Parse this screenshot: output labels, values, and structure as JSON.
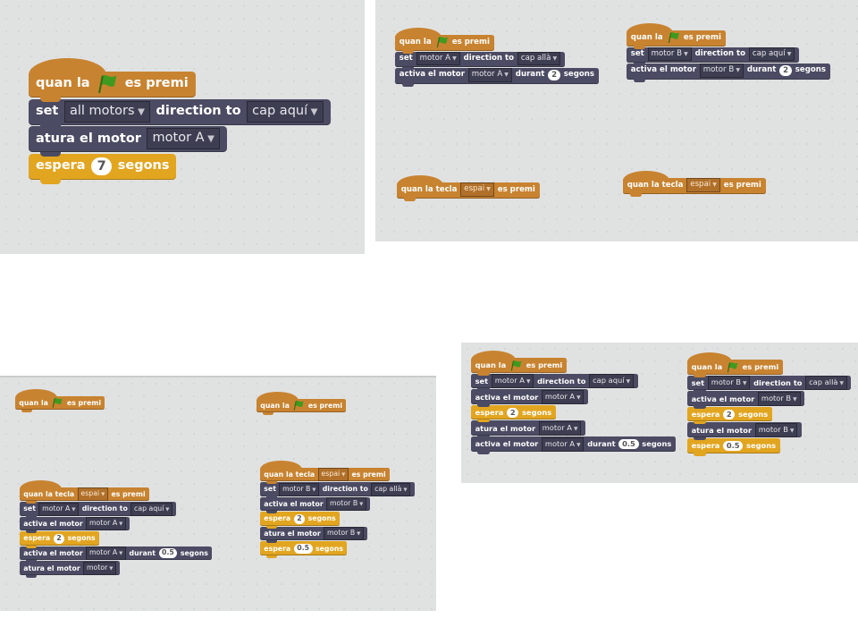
{
  "colors": {
    "event": "#c88330",
    "motor": "#4b4b63",
    "control": "#e2a520",
    "flag": "#3f9a1f"
  },
  "panels": [
    {
      "scripts": [
        {
          "blocks": [
            {
              "cat": "event",
              "hat": true,
              "parts": [
                {
                  "t": "text",
                  "v": "quan la"
                },
                {
                  "t": "flag"
                },
                {
                  "t": "text",
                  "v": "es premi"
                }
              ]
            },
            {
              "cat": "motor",
              "parts": [
                {
                  "t": "text",
                  "v": "set"
                },
                {
                  "t": "dd",
                  "v": "all motors"
                },
                {
                  "t": "text",
                  "v": "direction to"
                },
                {
                  "t": "dd",
                  "v": "cap aquí"
                }
              ]
            },
            {
              "cat": "motor",
              "parts": [
                {
                  "t": "text",
                  "v": "atura el motor"
                },
                {
                  "t": "dd",
                  "v": "motor A"
                }
              ]
            },
            {
              "cat": "control",
              "parts": [
                {
                  "t": "text",
                  "v": "espera"
                },
                {
                  "t": "num",
                  "v": "7"
                },
                {
                  "t": "text",
                  "v": "segons"
                }
              ]
            }
          ]
        }
      ]
    },
    {
      "scripts": [
        {
          "blocks": [
            {
              "cat": "event",
              "hat": true,
              "parts": [
                {
                  "t": "text",
                  "v": "quan la"
                },
                {
                  "t": "flag"
                },
                {
                  "t": "text",
                  "v": "es premi"
                }
              ]
            },
            {
              "cat": "motor",
              "parts": [
                {
                  "t": "text",
                  "v": "set"
                },
                {
                  "t": "dd",
                  "v": "motor A"
                },
                {
                  "t": "text",
                  "v": "direction to"
                },
                {
                  "t": "dd",
                  "v": "cap allà"
                }
              ]
            },
            {
              "cat": "motor",
              "parts": [
                {
                  "t": "text",
                  "v": "activa el motor"
                },
                {
                  "t": "dd",
                  "v": "motor A"
                },
                {
                  "t": "text",
                  "v": "durant"
                },
                {
                  "t": "num",
                  "v": "2"
                },
                {
                  "t": "text",
                  "v": "segons"
                }
              ]
            }
          ]
        },
        {
          "blocks": [
            {
              "cat": "event",
              "hat": true,
              "parts": [
                {
                  "t": "text",
                  "v": "quan la"
                },
                {
                  "t": "flag"
                },
                {
                  "t": "text",
                  "v": "es premi"
                }
              ]
            },
            {
              "cat": "motor",
              "parts": [
                {
                  "t": "text",
                  "v": "set"
                },
                {
                  "t": "dd",
                  "v": "motor B"
                },
                {
                  "t": "text",
                  "v": "direction to"
                },
                {
                  "t": "dd",
                  "v": "cap aquí"
                }
              ]
            },
            {
              "cat": "motor",
              "parts": [
                {
                  "t": "text",
                  "v": "activa el motor"
                },
                {
                  "t": "dd",
                  "v": "motor B"
                },
                {
                  "t": "text",
                  "v": "durant"
                },
                {
                  "t": "num",
                  "v": "2"
                },
                {
                  "t": "text",
                  "v": "segons"
                }
              ]
            }
          ]
        },
        {
          "blocks": [
            {
              "cat": "event",
              "hat": true,
              "parts": [
                {
                  "t": "text",
                  "v": "quan la tecla"
                },
                {
                  "t": "dd",
                  "v": "espai"
                },
                {
                  "t": "text",
                  "v": "es premi"
                }
              ]
            }
          ]
        },
        {
          "blocks": [
            {
              "cat": "event",
              "hat": true,
              "parts": [
                {
                  "t": "text",
                  "v": "quan la tecla"
                },
                {
                  "t": "dd",
                  "v": "espai"
                },
                {
                  "t": "text",
                  "v": "es premi"
                }
              ]
            }
          ]
        }
      ]
    },
    {
      "scripts": [
        {
          "blocks": [
            {
              "cat": "event",
              "hat": true,
              "parts": [
                {
                  "t": "text",
                  "v": "quan la"
                },
                {
                  "t": "flag"
                },
                {
                  "t": "text",
                  "v": "es premi"
                }
              ]
            }
          ]
        },
        {
          "blocks": [
            {
              "cat": "event",
              "hat": true,
              "parts": [
                {
                  "t": "text",
                  "v": "quan la"
                },
                {
                  "t": "flag"
                },
                {
                  "t": "text",
                  "v": "es premi"
                }
              ]
            }
          ]
        },
        {
          "blocks": [
            {
              "cat": "event",
              "hat": true,
              "parts": [
                {
                  "t": "text",
                  "v": "quan la tecla"
                },
                {
                  "t": "dd",
                  "v": "espai"
                },
                {
                  "t": "text",
                  "v": "es premi"
                }
              ]
            },
            {
              "cat": "motor",
              "parts": [
                {
                  "t": "text",
                  "v": "set"
                },
                {
                  "t": "dd",
                  "v": "motor A"
                },
                {
                  "t": "text",
                  "v": "direction to"
                },
                {
                  "t": "dd",
                  "v": "cap aquí"
                }
              ]
            },
            {
              "cat": "motor",
              "parts": [
                {
                  "t": "text",
                  "v": "activa el motor"
                },
                {
                  "t": "dd",
                  "v": "motor A"
                }
              ]
            },
            {
              "cat": "control",
              "parts": [
                {
                  "t": "text",
                  "v": "espera"
                },
                {
                  "t": "num",
                  "v": "2"
                },
                {
                  "t": "text",
                  "v": "segons"
                }
              ]
            },
            {
              "cat": "motor",
              "parts": [
                {
                  "t": "text",
                  "v": "activa el motor"
                },
                {
                  "t": "dd",
                  "v": "motor A"
                },
                {
                  "t": "text",
                  "v": "durant"
                },
                {
                  "t": "num",
                  "v": "0.5"
                },
                {
                  "t": "text",
                  "v": "segons"
                }
              ]
            },
            {
              "cat": "motor",
              "parts": [
                {
                  "t": "text",
                  "v": "atura el motor"
                },
                {
                  "t": "dd",
                  "v": "motor"
                }
              ]
            }
          ]
        },
        {
          "blocks": [
            {
              "cat": "event",
              "hat": true,
              "parts": [
                {
                  "t": "text",
                  "v": "quan la tecla"
                },
                {
                  "t": "dd",
                  "v": "espai"
                },
                {
                  "t": "text",
                  "v": "es premi"
                }
              ]
            },
            {
              "cat": "motor",
              "parts": [
                {
                  "t": "text",
                  "v": "set"
                },
                {
                  "t": "dd",
                  "v": "motor B"
                },
                {
                  "t": "text",
                  "v": "direction to"
                },
                {
                  "t": "dd",
                  "v": "cap allà"
                }
              ]
            },
            {
              "cat": "motor",
              "parts": [
                {
                  "t": "text",
                  "v": "activa el motor"
                },
                {
                  "t": "dd",
                  "v": "motor B"
                }
              ]
            },
            {
              "cat": "control",
              "parts": [
                {
                  "t": "text",
                  "v": "espera"
                },
                {
                  "t": "num",
                  "v": "2"
                },
                {
                  "t": "text",
                  "v": "segons"
                }
              ]
            },
            {
              "cat": "motor",
              "parts": [
                {
                  "t": "text",
                  "v": "atura el motor"
                },
                {
                  "t": "dd",
                  "v": "motor B"
                }
              ]
            },
            {
              "cat": "control",
              "parts": [
                {
                  "t": "text",
                  "v": "espera"
                },
                {
                  "t": "num",
                  "v": "0.5"
                },
                {
                  "t": "text",
                  "v": "segons"
                }
              ]
            }
          ]
        }
      ]
    },
    {
      "scripts": [
        {
          "blocks": [
            {
              "cat": "event",
              "hat": true,
              "parts": [
                {
                  "t": "text",
                  "v": "quan la"
                },
                {
                  "t": "flag"
                },
                {
                  "t": "text",
                  "v": "es premi"
                }
              ]
            },
            {
              "cat": "motor",
              "parts": [
                {
                  "t": "text",
                  "v": "set"
                },
                {
                  "t": "dd",
                  "v": "motor A"
                },
                {
                  "t": "text",
                  "v": "direction to"
                },
                {
                  "t": "dd",
                  "v": "cap aquí"
                }
              ]
            },
            {
              "cat": "motor",
              "parts": [
                {
                  "t": "text",
                  "v": "activa el motor"
                },
                {
                  "t": "dd",
                  "v": "motor A"
                }
              ]
            },
            {
              "cat": "control",
              "parts": [
                {
                  "t": "text",
                  "v": "espera"
                },
                {
                  "t": "num",
                  "v": "2"
                },
                {
                  "t": "text",
                  "v": "segons"
                }
              ]
            },
            {
              "cat": "motor",
              "parts": [
                {
                  "t": "text",
                  "v": "atura el motor"
                },
                {
                  "t": "dd",
                  "v": "motor A"
                }
              ]
            },
            {
              "cat": "motor",
              "parts": [
                {
                  "t": "text",
                  "v": "activa el motor"
                },
                {
                  "t": "dd",
                  "v": "motor A"
                },
                {
                  "t": "text",
                  "v": "durant"
                },
                {
                  "t": "num",
                  "v": "0.5"
                },
                {
                  "t": "text",
                  "v": "segons"
                }
              ]
            }
          ]
        },
        {
          "blocks": [
            {
              "cat": "event",
              "hat": true,
              "parts": [
                {
                  "t": "text",
                  "v": "quan la"
                },
                {
                  "t": "flag"
                },
                {
                  "t": "text",
                  "v": "es premi"
                }
              ]
            },
            {
              "cat": "motor",
              "parts": [
                {
                  "t": "text",
                  "v": "set"
                },
                {
                  "t": "dd",
                  "v": "motor B"
                },
                {
                  "t": "text",
                  "v": "direction to"
                },
                {
                  "t": "dd",
                  "v": "cap allà"
                }
              ]
            },
            {
              "cat": "motor",
              "parts": [
                {
                  "t": "text",
                  "v": "activa el motor"
                },
                {
                  "t": "dd",
                  "v": "motor B"
                }
              ]
            },
            {
              "cat": "control",
              "parts": [
                {
                  "t": "text",
                  "v": "espera"
                },
                {
                  "t": "num",
                  "v": "2"
                },
                {
                  "t": "text",
                  "v": "segons"
                }
              ]
            },
            {
              "cat": "motor",
              "parts": [
                {
                  "t": "text",
                  "v": "atura el motor"
                },
                {
                  "t": "dd",
                  "v": "motor B"
                }
              ]
            },
            {
              "cat": "control",
              "parts": [
                {
                  "t": "text",
                  "v": "espera"
                },
                {
                  "t": "num",
                  "v": "0.5"
                },
                {
                  "t": "text",
                  "v": "segons"
                }
              ]
            }
          ]
        }
      ]
    }
  ]
}
